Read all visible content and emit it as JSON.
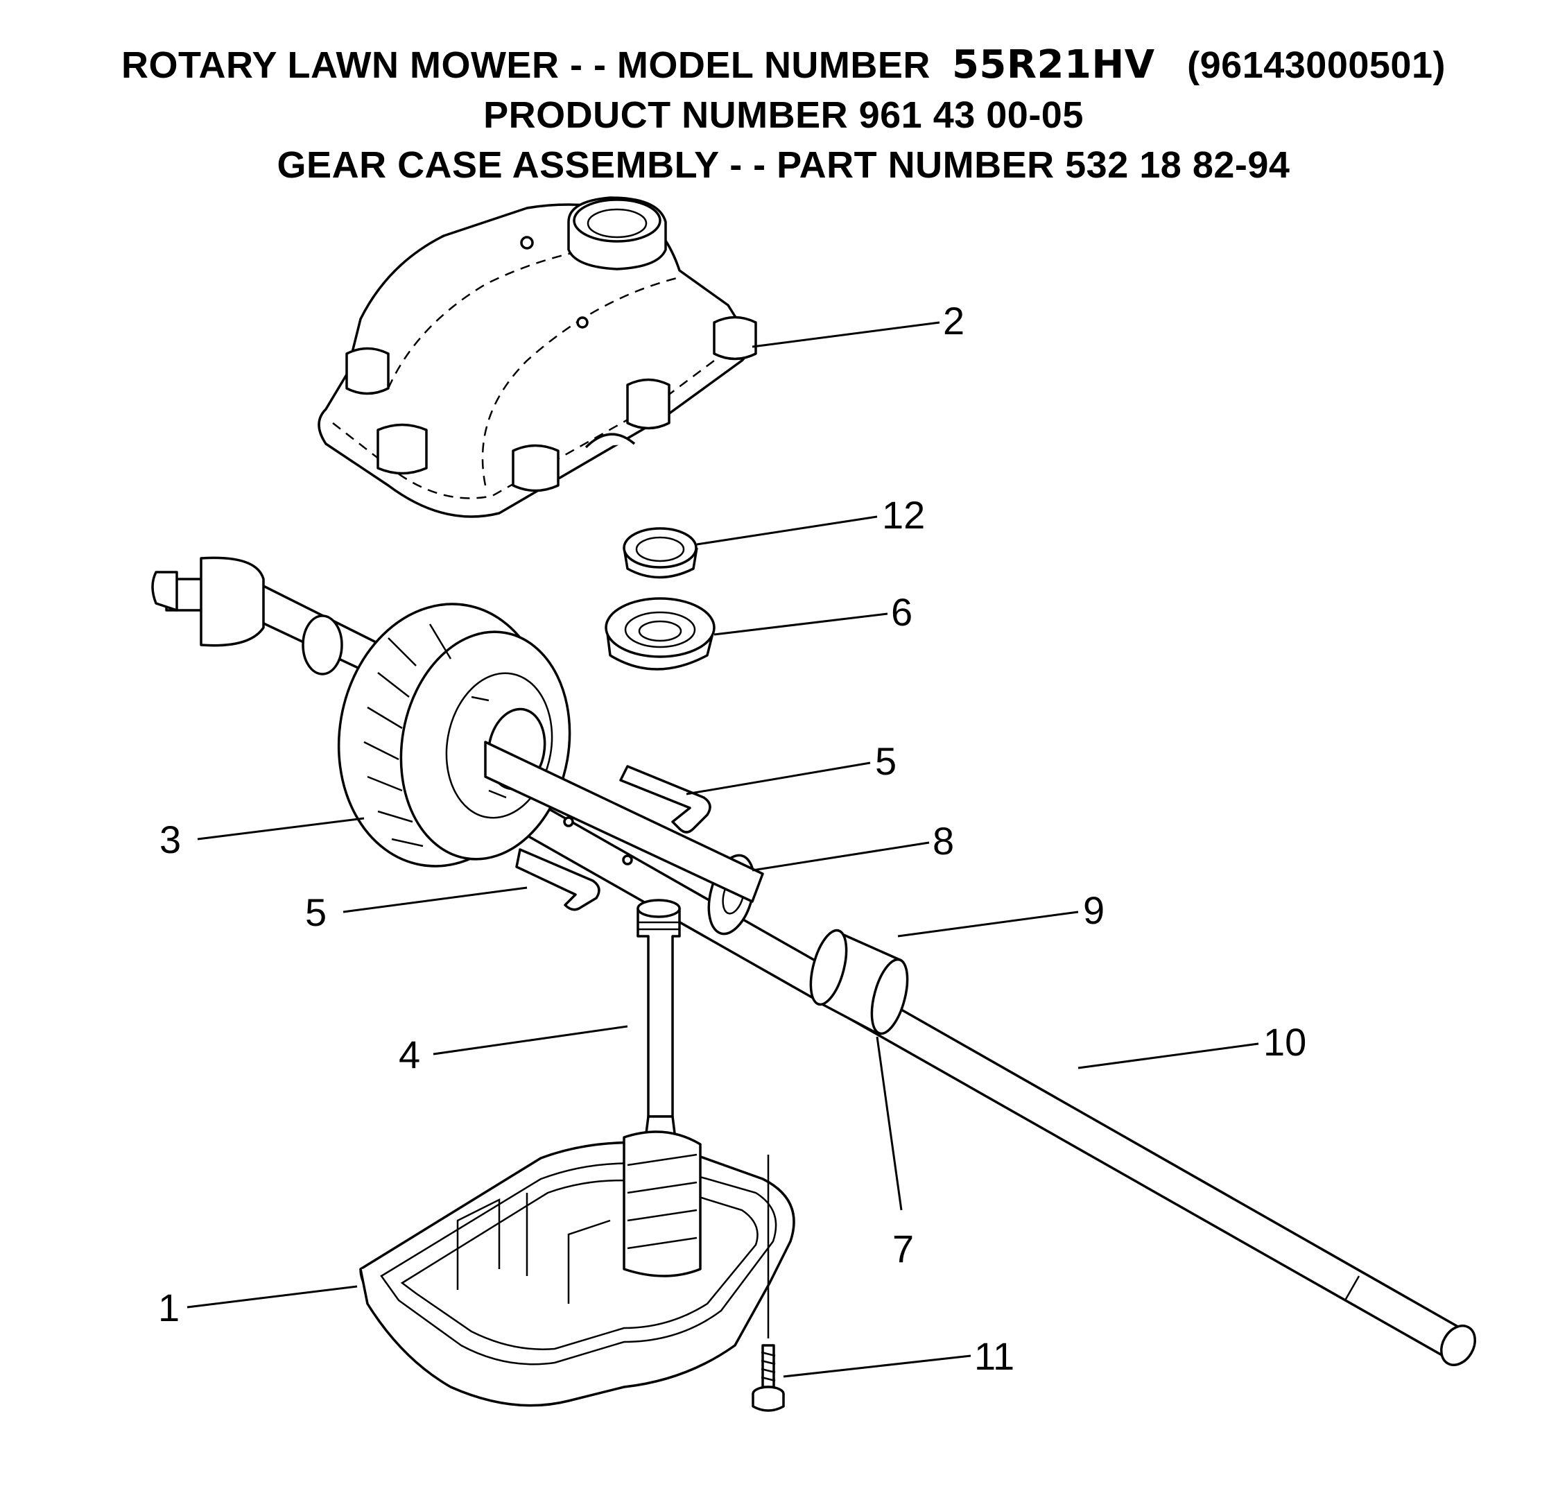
{
  "header": {
    "line1_prefix": "ROTARY LAWN MOWER - - MODEL NUMBER",
    "line1_model": "55R21HV",
    "line1_suffix": "(96143000501)",
    "line2": "PRODUCT NUMBER 961 43 00-05",
    "line3": "GEAR CASE ASSEMBLY - - PART NUMBER 532 18 82-94"
  },
  "callouts": {
    "c1": "1",
    "c2": "2",
    "c3": "3",
    "c4": "4",
    "c5a": "5",
    "c5b": "5",
    "c6": "6",
    "c7": "7",
    "c8": "8",
    "c9": "9",
    "c10": "10",
    "c11": "11",
    "c12": "12"
  }
}
